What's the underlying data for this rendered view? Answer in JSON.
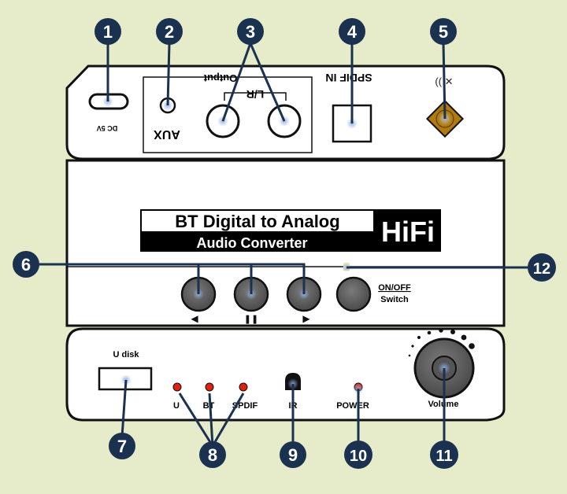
{
  "back_panel": {
    "dc_label": "DC 5V",
    "aux_label": "AUX",
    "output_label": "Output",
    "lr_label": "L/R",
    "spdif_in_label": "SPDIF IN",
    "antenna_symbol": "(( ✕"
  },
  "front_panel": {
    "title_line1": "BT Digital to Analog",
    "title_line2": "Audio Converter",
    "hifi_label": "HiFi",
    "onoff_label": "ON/OFF",
    "switch_label": "Switch",
    "prev_symbol": "◀",
    "pause_symbol": "❚❚",
    "next_symbol": "▶"
  },
  "bottom_panel": {
    "udisk_label": "U disk",
    "u_label": "U",
    "bt_label": "BT",
    "spdif_label": "SPDIF",
    "ir_label": "IR",
    "power_label": "POWER",
    "volume_label": "Volume"
  },
  "callouts": [
    "1",
    "2",
    "3",
    "4",
    "5",
    "6",
    "7",
    "8",
    "9",
    "10",
    "11",
    "12"
  ],
  "colors": {
    "background": "#e6ebc9",
    "callout": "#1b3150",
    "led": "#e02010",
    "knob": "#5a5a5a",
    "panel_black": "#000000"
  }
}
